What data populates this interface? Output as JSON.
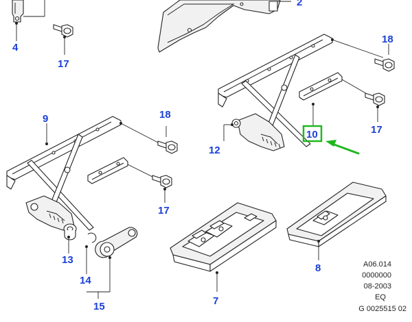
{
  "diagram": {
    "callouts": [
      {
        "id": "c4",
        "text": "4"
      },
      {
        "id": "c17a",
        "text": "17"
      },
      {
        "id": "c2",
        "text": "2"
      },
      {
        "id": "c18a",
        "text": "18"
      },
      {
        "id": "c17b",
        "text": "17"
      },
      {
        "id": "c9",
        "text": "9"
      },
      {
        "id": "c18b",
        "text": "18"
      },
      {
        "id": "c12",
        "text": "12"
      },
      {
        "id": "c10",
        "text": "10"
      },
      {
        "id": "c17c",
        "text": "17"
      },
      {
        "id": "c13",
        "text": "13"
      },
      {
        "id": "c14",
        "text": "14"
      },
      {
        "id": "c15",
        "text": "15"
      },
      {
        "id": "c7",
        "text": "7"
      },
      {
        "id": "c8",
        "text": "8"
      }
    ],
    "highlight": {
      "callout": "10",
      "color": "#1fb81f"
    },
    "arrow_color": "#1fb81f",
    "label_color": "#1a3fd6",
    "reference_block": {
      "lines": [
        "A06.014",
        "0000000",
        "08-2003",
        "EQ",
        "G 0025515 02"
      ]
    }
  }
}
